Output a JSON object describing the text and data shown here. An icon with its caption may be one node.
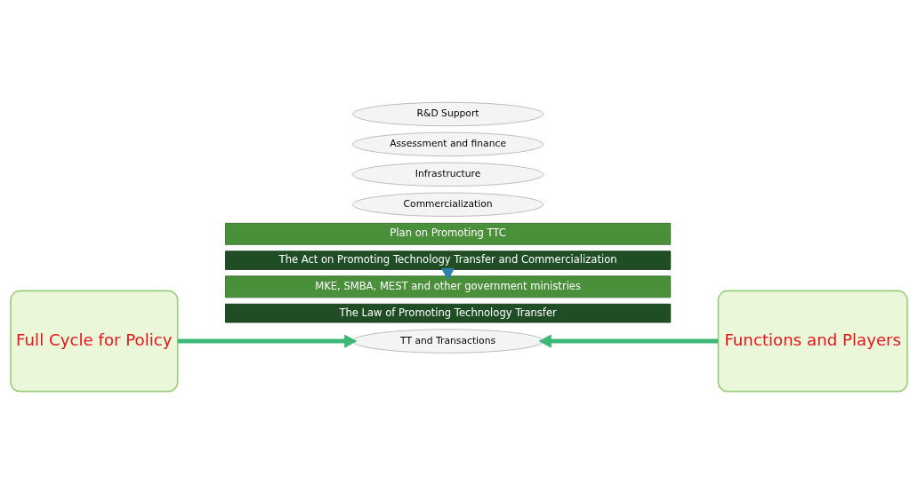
{
  "diagram": {
    "nodes": [
      {
        "text": [
          "Full Cycle for Policy"
        ]
      },
      {
        "text": [
          "Functions and Players"
        ]
      },
      {
        "text": [
          "R&D Support"
        ]
      },
      {
        "text": [
          "Assessment and finance"
        ]
      },
      {
        "text": [
          "TT and Transactions"
        ]
      },
      {
        "text": [
          "Infrastructure"
        ]
      },
      {
        "text": [
          "Commercialization"
        ]
      },
      {
        "text": [
          "Plan on Promoting TTC"
        ]
      },
      {
        "text": [
          "MKE, SMBA, MEST and other government ministries"
        ]
      },
      {
        "text": [
          "The Act on Promoting Technology Transfer and Commercialization"
        ]
      },
      {
        "text": [
          "The Law of Promoting Technology Transfer"
        ]
      }
    ],
    "edges": [
      {
        "from": 0,
        "to": 4,
        "arrow": "to"
      },
      {
        "from": 1,
        "to": 4,
        "arrow": "to"
      },
      {
        "from": 9,
        "to": 8,
        "arrow": "to",
        "color": "#2f7fa8"
      }
    ]
  }
}
